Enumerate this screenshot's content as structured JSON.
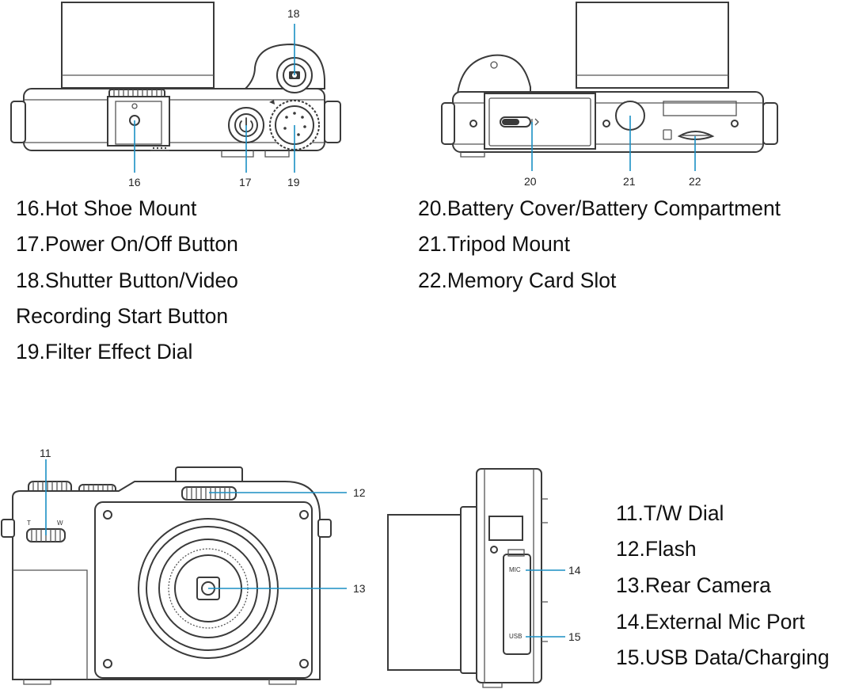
{
  "callouts": {
    "c11": "11",
    "c12": "12",
    "c13": "13",
    "c14": "14",
    "c15": "15",
    "c16": "16",
    "c17": "17",
    "c18": "18",
    "c19": "19",
    "c20": "20",
    "c21": "21",
    "c22": "22"
  },
  "legend_top_left": [
    "16.Hot Shoe Mount",
    "17.Power On/Off Button",
    "18.Shutter Button/Video",
    "Recording Start Button",
    "19.Filter Effect Dial"
  ],
  "legend_top_right": [
    "20.Battery Cover/Battery Compartment",
    "21.Tripod Mount",
    "22.Memory Card Slot"
  ],
  "legend_bottom_right": [
    "11.T/W Dial",
    "12.Flash",
    "13.Rear Camera",
    "14.External Mic Port",
    "15.USB Data/Charging"
  ],
  "markings": {
    "mic": "MIC",
    "usb": "USB",
    "tele": "T",
    "wide": "W"
  },
  "colors": {
    "outline": "#3a3a3a",
    "leader_line": "#1a8fc4",
    "text": "#111111"
  }
}
